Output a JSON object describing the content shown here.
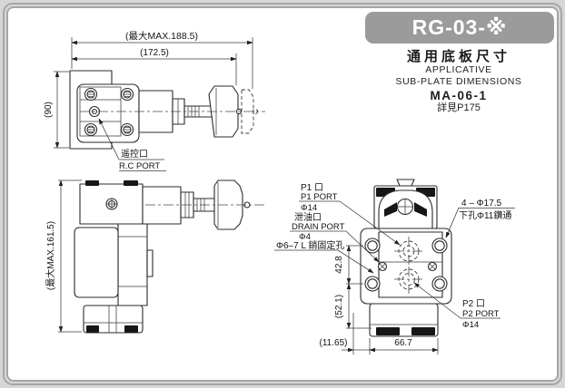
{
  "page": {
    "background_color": "#d6d6d6",
    "frame_color": "#a6a6a6"
  },
  "header": {
    "badge_label": "RG-03-※",
    "badge_bg": "#9b9b9b"
  },
  "subtitle": {
    "title_cn": "通用底板尺寸",
    "line1": "APPLICATIVE",
    "line2": "SUB-PLATE DIMENSIONS",
    "model": "MA-06-1",
    "reference": "詳見P175"
  },
  "side_view": {
    "dim_overall_max": "(最大MAX.188.5)",
    "dim_body_length": "(172.5)",
    "dim_height": "(90)",
    "rc_port_cn": "遥控口",
    "rc_port_en": "R.C PORT"
  },
  "top_view": {
    "dim_height_max": "(最大MAX.161.5)"
  },
  "front_view": {
    "p1_port_cn": "P1 口",
    "p1_port_en": "P1 PORT",
    "p1_port_dia": "Φ14",
    "drain_port_cn": "泄油口",
    "drain_port_en": "DRAIN PORT",
    "drain_port_dia": "Φ4",
    "pin_hole_label": "Φ6–7 L 銷固定孔",
    "mount_holes_line1": "4 – Φ17.5",
    "mount_holes_line2": "下孔Φ11鑽通",
    "p2_port_cn": "P2 口",
    "p2_port_en": "P2 PORT",
    "p2_port_dia": "Φ14",
    "dim_hole_spacing": "42.8",
    "dim_lower_height": "(52.1)",
    "dim_side_offset": "(11.65)",
    "dim_base_width": "66.7"
  }
}
